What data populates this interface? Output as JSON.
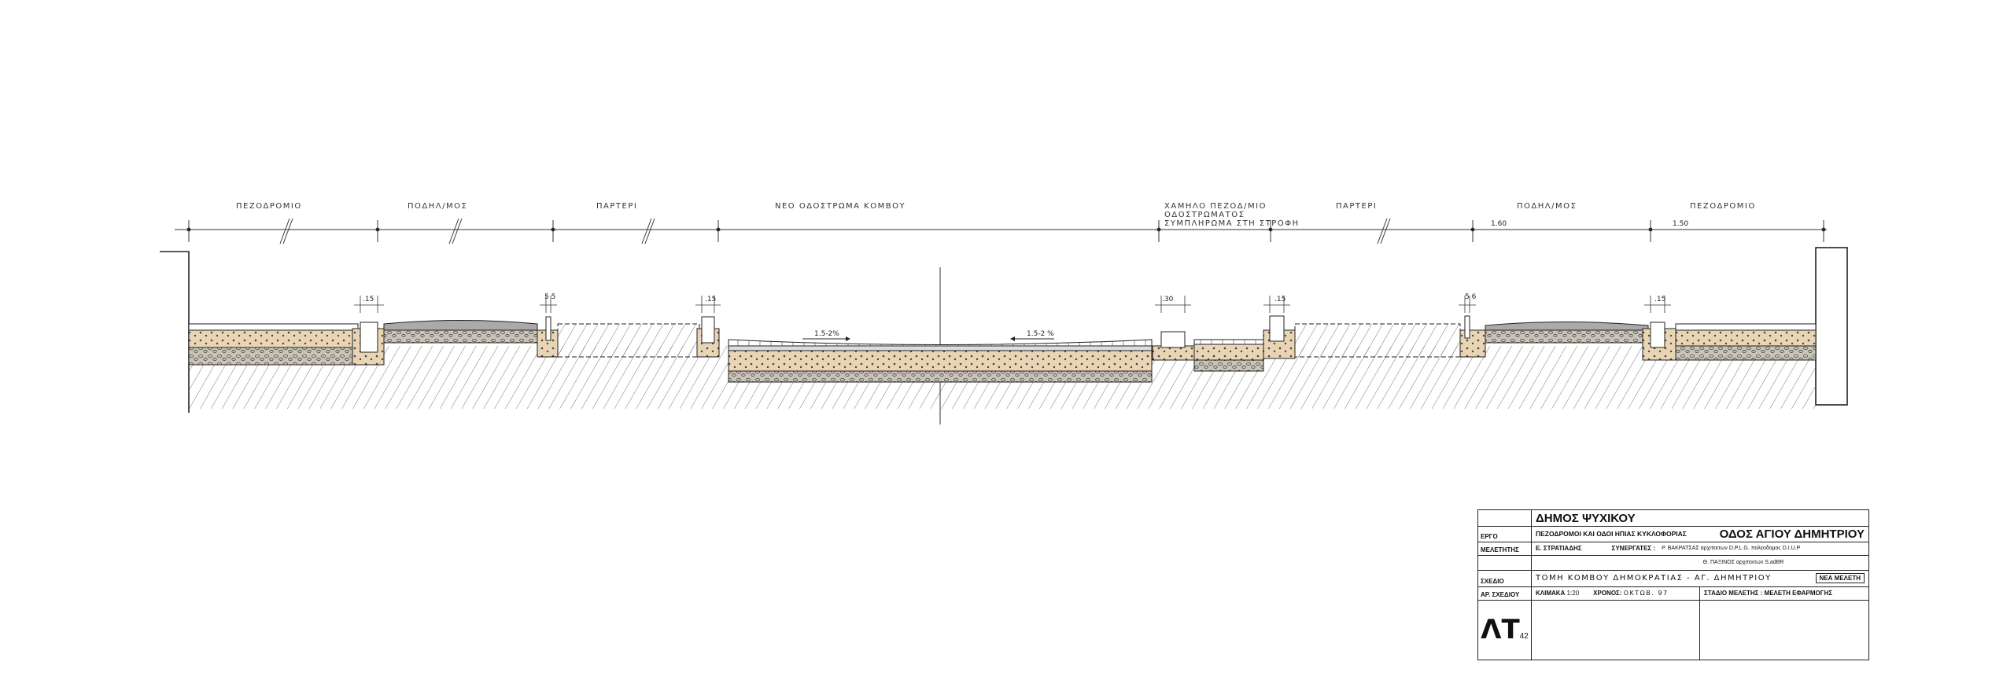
{
  "dimension_line": {
    "zones": [
      "ΠΕΖΟΔΡΟΜΙΟ",
      "ΠΟΔΗΛ/ΜΟΣ",
      "ΠΑΡΤΕΡΙ",
      "ΝΕΟ   ΟΔΟΣΤΡΩΜΑ   ΚΟΜΒΟΥ",
      "ΧΑΜΗΛΟ  ΠΕΖΟΔ/ΜΙΟ",
      "ΠΑΡΤΕΡΙ",
      "ΠΟΔΗΛ/ΜΟΣ",
      "ΠΕΖΟΔΡΟΜΙΟ"
    ],
    "zone_note_lines": [
      "ΟΔΟΣΤΡΩΜΑΤΟΣ",
      "ΣΥΜΠΛΗΡΩΜΑ ΣΤΗ ΣΤΡΟΦΗ"
    ],
    "widths": [
      "1.60",
      "1.50"
    ]
  },
  "callouts": [
    ".15",
    "5 5",
    ".15",
    ".30",
    ".15",
    "5 6",
    ".15"
  ],
  "slopes": [
    "1.5-2%",
    "1.5-2 %"
  ],
  "colors": {
    "fill_tan": "#e9d5b4",
    "gravel": "#9a958e",
    "line": "#222222"
  },
  "title_block": {
    "authority": "ΔΗΜΟΣ ΨΥΧΙΚΟΥ",
    "project_label": "ΕΡΓΟ",
    "project": "ΠΕΖΟΔΡΟΜΟΙ ΚΑΙ ΟΔΟΙ ΗΠΙΑΣ ΚΥΚΛΟΦΟΡΙΑΣ",
    "street": "ΟΔΟΣ ΑΓΙΟΥ ΔΗΜΗΤΡΙΟΥ",
    "designer_label": "ΜΕΛΕΤΗΤΗΣ",
    "designer": "Ε. ΣΤΡΑΤΙΑΔΗΣ",
    "collaborators_label": "ΣΥΝΕΡΓΑΤΕΣ :",
    "collaborator_1": "Ρ. ΒΑΚΡΑΤΣΑΣ αρχιτεκτων D.P.L.G. πολεοδομος D.I.U.P",
    "collaborator_2": "Θ. ΠΑΞΙΝΟΣ αρχιτεκτων S.adBR",
    "drawing_label": "ΣΧΕΔΙΟ",
    "drawing": "ΤΟΜΗ  ΚΟΜΒΟΥ  ΔΗΜΟΚΡΑΤΙΑΣ - ΑΓ. ΔΗΜΗΤΡΙΟΥ",
    "status_badge": "ΝΕΑ  ΜΕΛΕΤΗ",
    "number_label": "ΑΡ. ΣΧΕΔΙΟΥ",
    "scale_label": "ΚΛΙΜΑΚΑ",
    "scale": "1:20",
    "date_label": "ΧΡΟΝΟΣ:",
    "date": "ΟΚΤΩΒ.  97",
    "stage": "ΣΤΑΔΙΟ ΜΕΛΕΤΗΣ : ΜΕΛΕΤΗ ΕΦΑΡΜΟΓΗΣ",
    "code": "ΛΤ",
    "code_sub": "42"
  }
}
